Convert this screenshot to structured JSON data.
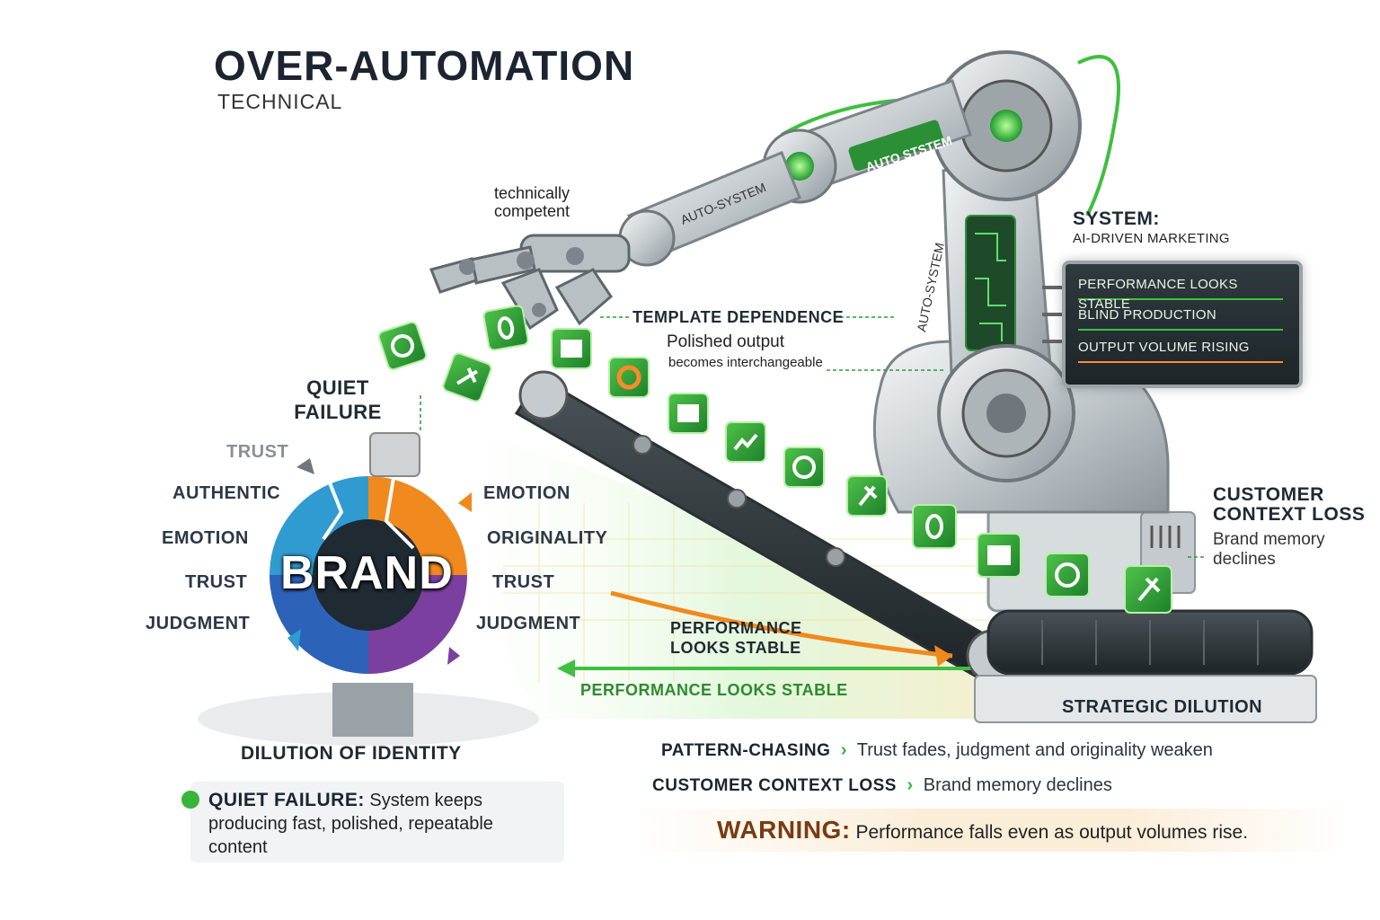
{
  "header": {
    "title": "OVER-AUTOMATION",
    "subtitle": "TECHNICAL"
  },
  "labels": {
    "technically": [
      "technically",
      "competent"
    ],
    "template_dependence": "TEMPLATE DEPENDENCE",
    "polished_output": "Polished output",
    "becomes_interchangeable": "becomes interchangeable",
    "quiet_failure": [
      "QUIET",
      "FAILURE"
    ],
    "system_title": "SYSTEM:",
    "system_sub": "AI-DRIVEN MARKETING",
    "customer_context_loss": [
      "CUSTOMER",
      "CONTEXT LOSS"
    ],
    "brand_memory": [
      "Brand memory",
      "declines"
    ],
    "performance_stable_arm": [
      "PERFORMANCE",
      "LOOKS STABLE"
    ],
    "performance_stable_arrow": "PERFORMANCE LOOKS STABLE",
    "strategic_dilution": "STRATEGIC DILUTION",
    "dilution_of_identity": "DILUTION OF IDENTITY",
    "arm_label_1": "AUTO-SYSTEM",
    "arm_label_2": "AUTO STSTEM",
    "arm_label_3": "AUTO-SYSTEM"
  },
  "brand": {
    "center": "BRAND",
    "left_values": [
      "TRUST",
      "AUTHENTIC",
      "EMOTION",
      "TRUST",
      "JUDGMENT"
    ],
    "right_values": [
      "EMOTION",
      "ORIGINALITY",
      "TRUST",
      "JUDGMENT"
    ]
  },
  "status_panel": {
    "rows": [
      "PERFORMANCE LOOKS STABLE",
      "BLIND PRODUCTION",
      "OUTPUT VOLUME RISING"
    ]
  },
  "bottom": {
    "quiet_failure_label": "QUIET FAILURE:",
    "quiet_failure_text_1": "System keeps",
    "quiet_failure_text_2": "producing fast, polished, repeatable",
    "quiet_failure_text_3": "content",
    "pattern_label": "PATTERN-CHASING",
    "pattern_text": "Trust fades, judgment and originality weaken",
    "context_label": "CUSTOMER CONTEXT LOSS",
    "context_text": "Brand memory declines",
    "warning_label": "WARNING:",
    "warning_text": "Performance falls even as output volumes rise."
  },
  "colors": {
    "accent_green": "#35b53a",
    "warning_orange": "#ff8a2a",
    "dark_text": "#1b2430"
  },
  "icons": {
    "tiles": [
      "target-icon",
      "pick-icon",
      "zero-icon",
      "document-icon",
      "cycle-icon",
      "document-icon",
      "chart-icon",
      "cycle-icon",
      "pick-icon",
      "zero-icon",
      "document-icon",
      "cycle-icon",
      "pick-icon"
    ]
  }
}
